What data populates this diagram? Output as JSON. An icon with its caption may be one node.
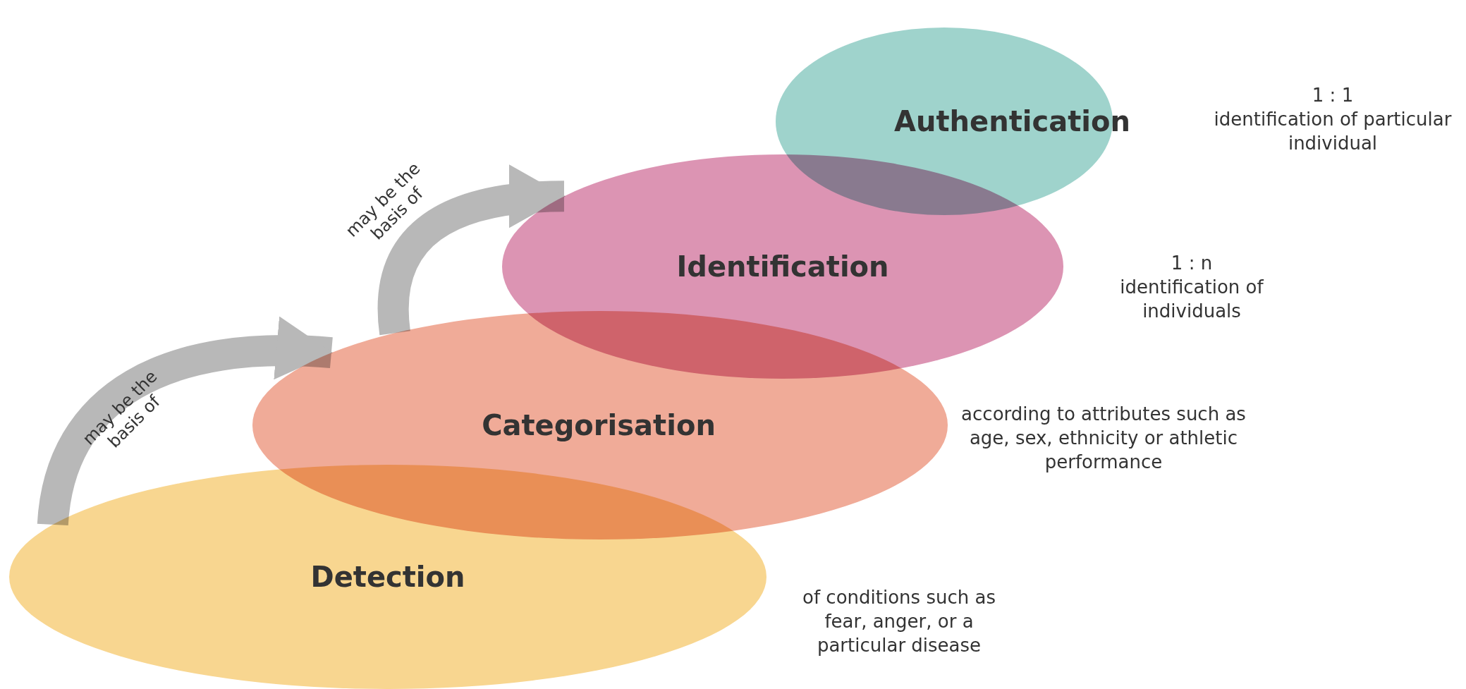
{
  "diagram": {
    "nodes": [
      {
        "text": [
          "Authentication"
        ],
        "beside": [
          "1 : 1",
          "identification of particular individual"
        ]
      },
      {
        "text": [
          "Identification"
        ],
        "beside": [
          "1 : n",
          "identification of individuals"
        ]
      },
      {
        "text": [
          "Categorisation"
        ],
        "beside": [
          "according to attributes such as age, sex, ethnicity or athletic performance"
        ]
      },
      {
        "text": [
          "Detection"
        ],
        "beside": [
          "of conditions such as fear, anger, or a particular disease"
        ]
      }
    ],
    "edges": [
      {
        "from": 3,
        "to": 2,
        "arrow": "to",
        "label": "may be the basis of"
      },
      {
        "from": 2,
        "to": 1,
        "arrow": "to",
        "label": "may be the basis of"
      }
    ]
  }
}
